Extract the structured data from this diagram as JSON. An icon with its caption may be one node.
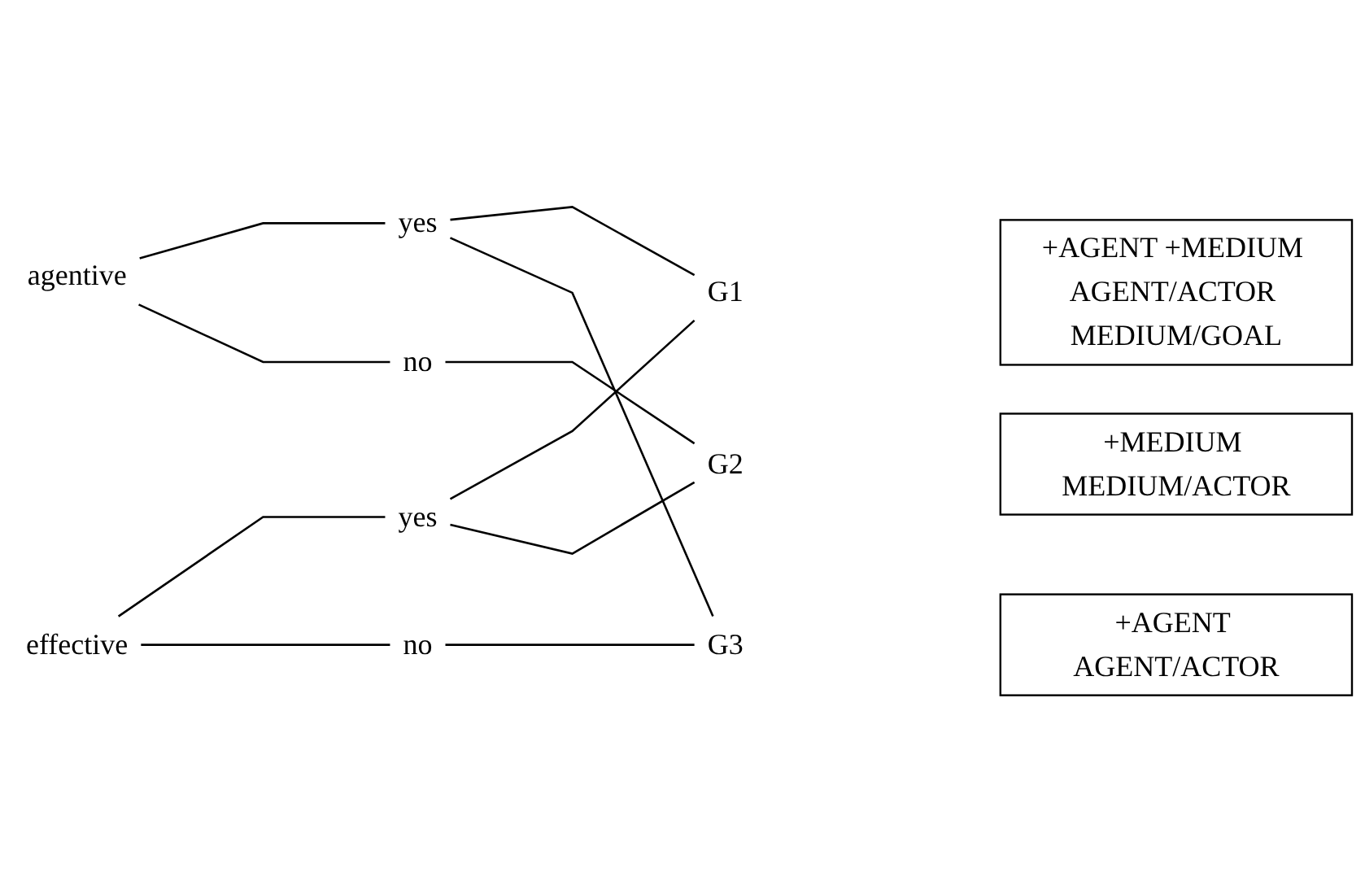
{
  "diagram": {
    "nodes": [
      {
        "text": [
          "agentive"
        ]
      },
      {
        "text": [
          "yes"
        ]
      },
      {
        "text": [
          "no"
        ]
      },
      {
        "text": [
          "effective"
        ]
      },
      {
        "text": [
          "yes"
        ]
      },
      {
        "text": [
          "no"
        ]
      },
      {
        "text": [
          "G1"
        ]
      },
      {
        "text": [
          "+AGENT +MEDIUM AGENT/ACTOR MEDIUM/GOAL"
        ]
      },
      {
        "text": [
          "G2"
        ]
      },
      {
        "text": [
          "+MEDIUM MEDIUM/ACTOR"
        ]
      },
      {
        "text": [
          "G3"
        ]
      },
      {
        "text": [
          "+AGENT AGENT/ACTOR"
        ]
      }
    ],
    "edges": [
      {
        "from": 0,
        "to": 1,
        "arrow": "none"
      },
      {
        "from": 0,
        "to": 2,
        "arrow": "none"
      },
      {
        "from": 3,
        "to": 4,
        "arrow": "none"
      },
      {
        "from": 3,
        "to": 5,
        "arrow": "none"
      },
      {
        "from": 1,
        "to": 6,
        "arrow": "none"
      },
      {
        "from": 1,
        "to": 10,
        "arrow": "none"
      },
      {
        "from": 2,
        "to": 8,
        "arrow": "none"
      },
      {
        "from": 4,
        "to": 6,
        "arrow": "none"
      },
      {
        "from": 4,
        "to": 8,
        "arrow": "none"
      },
      {
        "from": 5,
        "to": 10,
        "arrow": "none"
      }
    ]
  }
}
